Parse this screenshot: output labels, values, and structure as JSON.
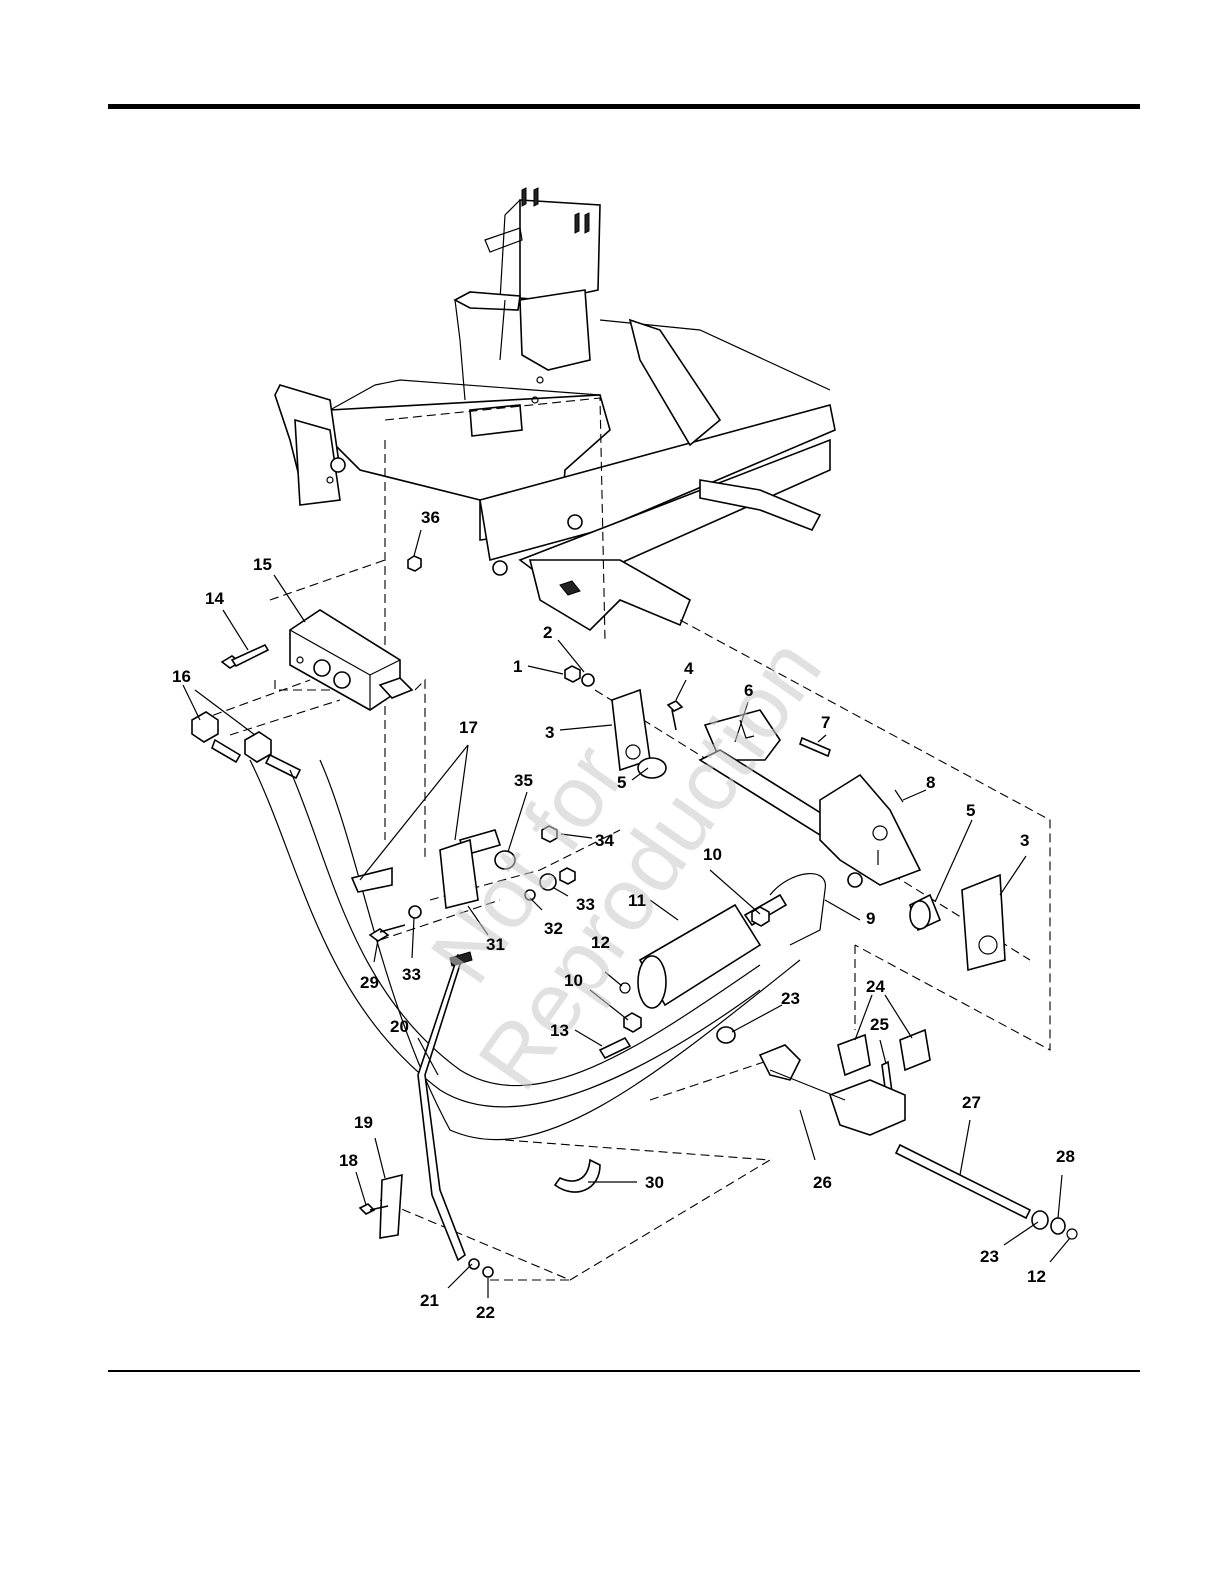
{
  "watermark": {
    "line1": "Not for",
    "line2": "Reproduction"
  },
  "callouts": [
    {
      "id": "c1",
      "text": "1"
    },
    {
      "id": "c2",
      "text": "2"
    },
    {
      "id": "c3a",
      "text": "3"
    },
    {
      "id": "c3b",
      "text": "3"
    },
    {
      "id": "c4",
      "text": "4"
    },
    {
      "id": "c5a",
      "text": "5"
    },
    {
      "id": "c5b",
      "text": "5"
    },
    {
      "id": "c6",
      "text": "6"
    },
    {
      "id": "c7",
      "text": "7"
    },
    {
      "id": "c8",
      "text": "8"
    },
    {
      "id": "c9",
      "text": "9"
    },
    {
      "id": "c10a",
      "text": "10"
    },
    {
      "id": "c10b",
      "text": "10"
    },
    {
      "id": "c11",
      "text": "11"
    },
    {
      "id": "c12a",
      "text": "12"
    },
    {
      "id": "c12b",
      "text": "12"
    },
    {
      "id": "c13",
      "text": "13"
    },
    {
      "id": "c14",
      "text": "14"
    },
    {
      "id": "c15",
      "text": "15"
    },
    {
      "id": "c16",
      "text": "16"
    },
    {
      "id": "c17",
      "text": "17"
    },
    {
      "id": "c18",
      "text": "18"
    },
    {
      "id": "c19",
      "text": "19"
    },
    {
      "id": "c20",
      "text": "20"
    },
    {
      "id": "c21",
      "text": "21"
    },
    {
      "id": "c22",
      "text": "22"
    },
    {
      "id": "c23a",
      "text": "23"
    },
    {
      "id": "c23b",
      "text": "23"
    },
    {
      "id": "c24",
      "text": "24"
    },
    {
      "id": "c25",
      "text": "25"
    },
    {
      "id": "c26",
      "text": "26"
    },
    {
      "id": "c27",
      "text": "27"
    },
    {
      "id": "c28",
      "text": "28"
    },
    {
      "id": "c29",
      "text": "29"
    },
    {
      "id": "c30",
      "text": "30"
    },
    {
      "id": "c31",
      "text": "31"
    },
    {
      "id": "c32",
      "text": "32"
    },
    {
      "id": "c33a",
      "text": "33"
    },
    {
      "id": "c33b",
      "text": "33"
    },
    {
      "id": "c34",
      "text": "34"
    },
    {
      "id": "c35",
      "text": "35"
    },
    {
      "id": "c36",
      "text": "36"
    }
  ]
}
